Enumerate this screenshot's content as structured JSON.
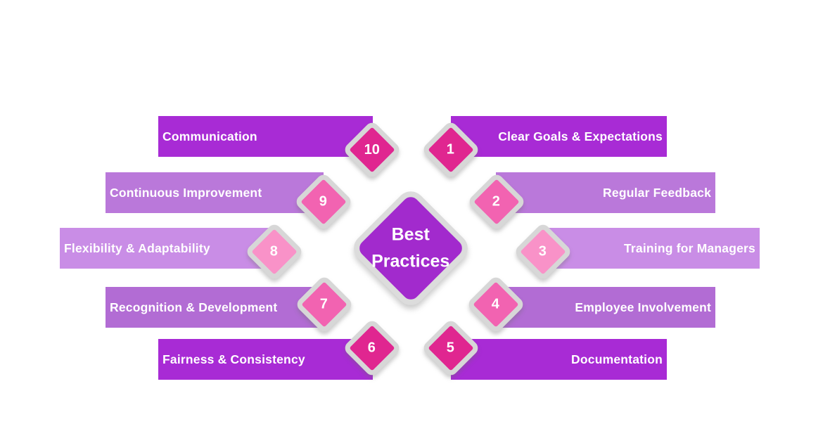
{
  "center": {
    "label_line1": "Best",
    "label_line2": "Practices",
    "color": "#A22ACD"
  },
  "rows": [
    {
      "left_label": "Communication",
      "left_number": "10",
      "right_label": "Clear Goals & Expectations",
      "right_number": "1",
      "bar_color": "#A82BD5",
      "diamond_color": "#E02690"
    },
    {
      "left_label": "Continuous Improvement",
      "left_number": "9",
      "right_label": "Regular Feedback",
      "right_number": "2",
      "bar_color": "#BA78DA",
      "diamond_color": "#F263B1"
    },
    {
      "left_label": "Flexibility & Adaptability",
      "left_number": "8",
      "right_label": "Training for Managers",
      "right_number": "3",
      "bar_color": "#C98DE6",
      "diamond_color": "#F992C8"
    },
    {
      "left_label": "Recognition & Development",
      "left_number": "7",
      "right_label": "Employee Involvement",
      "right_number": "4",
      "bar_color": "#B26CD4",
      "diamond_color": "#F263B1"
    },
    {
      "left_label": "Fairness & Consistency",
      "left_number": "6",
      "right_label": "Documentation",
      "right_number": "5",
      "bar_color": "#A82BD5",
      "diamond_color": "#E02690"
    }
  ],
  "palette": {
    "bar_dark_purple": "#A82BD5",
    "bar_medium_purple_upper": "#BA78DA",
    "bar_medium_purple_lower": "#B26CD4",
    "bar_light_purple": "#C98DE6",
    "diamond_dark_pink": "#E02690",
    "diamond_medium_pink": "#F263B1",
    "diamond_light_pink": "#F992C8",
    "diamond_border_gray": "#D7D7D7",
    "center_purple": "#A22ACD",
    "text_white": "#FFFFFF",
    "background_white": "#FFFFFF"
  }
}
